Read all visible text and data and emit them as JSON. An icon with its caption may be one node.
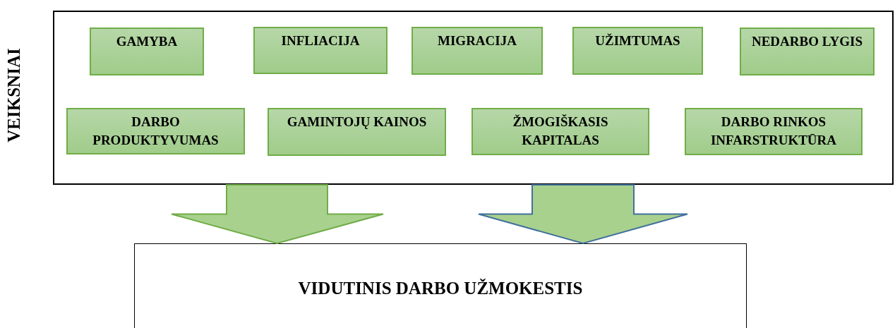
{
  "diagram": {
    "nodes": [
      {
        "text": [
          "VEIKSNIAI"
        ]
      },
      {
        "text": [
          "GAMYBA"
        ],
        "in": 0
      },
      {
        "text": [
          "INFLIACIJA"
        ],
        "in": 0
      },
      {
        "text": [
          "MIGRACIJA"
        ],
        "in": 0
      },
      {
        "text": [
          "UŽIMTUMAS"
        ],
        "in": 0
      },
      {
        "text": [
          "NEDARBO LYGIS"
        ],
        "in": 0
      },
      {
        "text": [
          "DARBO PRODUKTYVUMAS"
        ],
        "in": 0
      },
      {
        "text": [
          "GAMINTOJŲ KAINOS"
        ],
        "in": 0
      },
      {
        "text": [
          "ŽMOGIŠKASIS KAPITALAS"
        ],
        "in": 0
      },
      {
        "text": [
          "DARBO RINKOS INFARSTRUKTŪRA"
        ],
        "in": 0
      },
      {
        "text": [
          "VIDUTINIS DARBO UŽMOKESTIS"
        ]
      }
    ],
    "edges": [
      {
        "from": 0,
        "to": 10,
        "arrow": "to",
        "color": "#70ad47"
      },
      {
        "from": 0,
        "to": 10,
        "arrow": "to",
        "color": "#41719c"
      }
    ]
  }
}
